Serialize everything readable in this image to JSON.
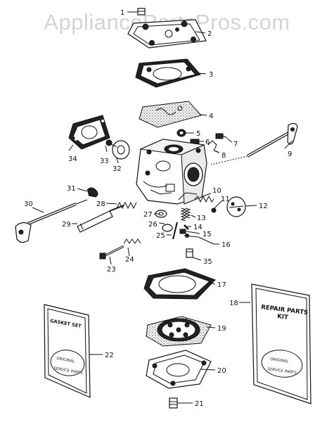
{
  "watermark": "AppliancePartsPros.com",
  "callouts": [
    "1",
    "2",
    "3",
    "4",
    "5",
    "6",
    "7",
    "8",
    "9",
    "10",
    "11",
    "12",
    "13",
    "14",
    "15",
    "16",
    "17",
    "18",
    "19",
    "20",
    "21",
    "22",
    "23",
    "24",
    "25",
    "26",
    "27",
    "28",
    "29",
    "30",
    "31",
    "32",
    "33",
    "34",
    "35"
  ],
  "repair_kit": {
    "line1": "REPAIR PARTS",
    "line2": "KIT",
    "stamp_line1": "ORIGINAL",
    "stamp_line2": "SERVICE PARTS"
  },
  "gasket_set": {
    "label": "GASKET SET",
    "stamp_line1": "ORIGINAL",
    "stamp_line2": "SERVICE PARTS"
  }
}
